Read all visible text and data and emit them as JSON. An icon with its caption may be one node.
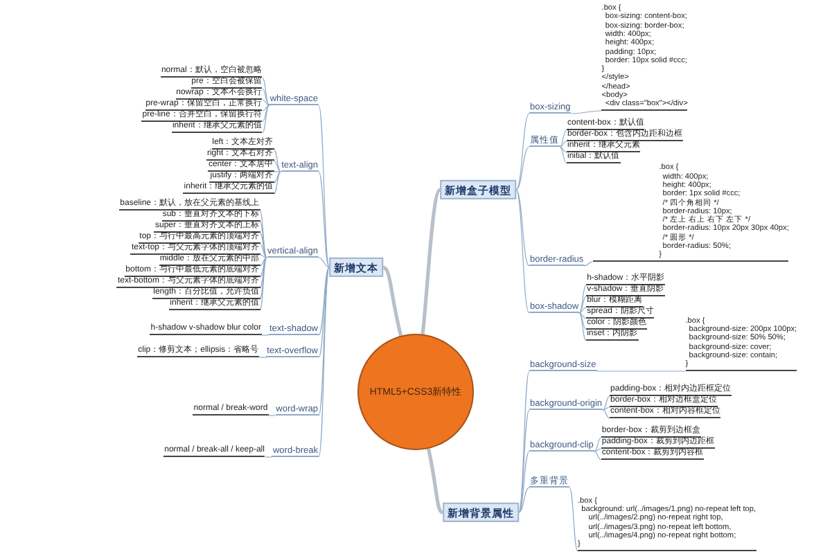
{
  "diagram": {
    "nodes": [
      {
        "text": [
          "HTML5+CSS3新特性"
        ]
      },
      {
        "text": [
          "新增文本"
        ]
      },
      {
        "text": [
          "新增盒子模型"
        ]
      },
      {
        "text": [
          "新增背景属性"
        ]
      },
      {
        "text": [
          "white-space"
        ]
      },
      {
        "text": [
          "text-align"
        ]
      },
      {
        "text": [
          "vertical-align"
        ]
      },
      {
        "text": [
          "text-shadow"
        ]
      },
      {
        "text": [
          "text-overflow"
        ]
      },
      {
        "text": [
          "word-wrap"
        ]
      },
      {
        "text": [
          "word-break"
        ]
      },
      {
        "text": [
          "normal：默认，空白被忽略"
        ]
      },
      {
        "text": [
          "pre：空白会被保留"
        ]
      },
      {
        "text": [
          "nowrap：文本不会换行"
        ]
      },
      {
        "text": [
          "pre-wrap：保留空白，正常换行"
        ]
      },
      {
        "text": [
          "pre-line：合并空白，保留换行符"
        ]
      },
      {
        "text": [
          "inherit：继承父元素的值"
        ]
      },
      {
        "text": [
          "left：文本左对齐"
        ]
      },
      {
        "text": [
          "right：文本右对齐"
        ]
      },
      {
        "text": [
          "center：文本居中"
        ]
      },
      {
        "text": [
          "justify：两端对齐"
        ]
      },
      {
        "text": [
          "inherit：继承父元素的值"
        ]
      },
      {
        "text": [
          "baseline：默认，放在父元素的基线上"
        ]
      },
      {
        "text": [
          "sub：垂直对齐文本的下标"
        ]
      },
      {
        "text": [
          "super：垂直对齐文本的上标"
        ]
      },
      {
        "text": [
          "top：与行中最高元素的顶端对齐"
        ]
      },
      {
        "text": [
          "text-top：与父元素字体的顶端对齐"
        ]
      },
      {
        "text": [
          "middle：放在父元素的中部"
        ]
      },
      {
        "text": [
          "bottom：与行中最低元素的底端对齐"
        ]
      },
      {
        "text": [
          "text-bottom：与父元素字体的底端对齐"
        ]
      },
      {
        "text": [
          "length：百分比值，允许负值"
        ]
      },
      {
        "text": [
          "inherit：继承父元素的值"
        ]
      },
      {
        "text": [
          "h-shadow v-shadow blur color"
        ]
      },
      {
        "text": [
          "clip：修剪文本；ellipsis：省略号"
        ]
      },
      {
        "text": [
          "normal / break-word"
        ]
      },
      {
        "text": [
          "normal / break-all / keep-all"
        ]
      },
      {
        "text": [
          "box-sizing"
        ]
      },
      {
        "text": [
          ".box {",
          "box-sizing: content-box;",
          "box-sizing: border-box;",
          "width: 400px;",
          "height: 400px;",
          "padding: 10px;",
          "border: 10px solid #ccc;",
          "}",
          "</style>",
          "</head>",
          "<body>",
          "<div class=\"box\"></div>"
        ]
      },
      {
        "text": [
          "属性值"
        ]
      },
      {
        "text": [
          "content-box：默认值"
        ]
      },
      {
        "text": [
          "border-box：包含内边距和边框"
        ]
      },
      {
        "text": [
          "inherit：继承父元素"
        ]
      },
      {
        "text": [
          "initial：默认值"
        ]
      },
      {
        "text": [
          "border-radius"
        ]
      },
      {
        "text": [
          ".box {",
          "width: 400px;",
          "height: 400px;",
          "border: 1px solid #ccc;",
          "/* 四个角相同 */",
          "border-radius: 10px;",
          "/* 左上 右上 右下 左下 */",
          "border-radius: 10px 20px 30px 40px;",
          "/* 圆形 */",
          "border-radius: 50%;",
          "}"
        ]
      },
      {
        "text": [
          "box-shadow"
        ]
      },
      {
        "text": [
          "h-shadow：水平阴影"
        ]
      },
      {
        "text": [
          "v-shadow：垂直阴影"
        ]
      },
      {
        "text": [
          "blur：模糊距离"
        ]
      },
      {
        "text": [
          "spread：阴影尺寸"
        ]
      },
      {
        "text": [
          "color：阴影颜色"
        ]
      },
      {
        "text": [
          "inset：内阴影"
        ]
      },
      {
        "text": [
          "background-size"
        ]
      },
      {
        "text": [
          ".box {",
          "background-size: 200px 100px;",
          "background-size: 50% 50%;",
          "background-size: cover;",
          "background-size: contain;",
          "}"
        ]
      },
      {
        "text": [
          "background-origin"
        ]
      },
      {
        "text": [
          "padding-box：相对内边距框定位"
        ]
      },
      {
        "text": [
          "border-box：相对边框盒定位"
        ]
      },
      {
        "text": [
          "content-box：相对内容框定位"
        ]
      },
      {
        "text": [
          "background-clip"
        ]
      },
      {
        "text": [
          "border-box：裁剪到边框盒"
        ]
      },
      {
        "text": [
          "padding-box：裁剪到内边距框"
        ]
      },
      {
        "text": [
          "content-box：裁剪到内容框"
        ]
      },
      {
        "text": [
          "多重背景"
        ]
      },
      {
        "text": [
          ".box {",
          "background: url(../images/1.png) no-repeat left top,",
          "url(../images/2.png) no-repeat right top,",
          "url(../images/3.png) no-repeat left bottom,",
          "url(../images/4.png) no-repeat right bottom;",
          "}"
        ]
      }
    ],
    "edges": [
      {
        "from": 0,
        "to": 1,
        "arrow": "none",
        "style": "thick",
        "color": "#b9c0c9"
      },
      {
        "from": 0,
        "to": 2,
        "arrow": "none",
        "style": "thick",
        "color": "#b9c0c9"
      },
      {
        "from": 0,
        "to": 3,
        "arrow": "none",
        "style": "thick",
        "color": "#b9c0c9"
      },
      {
        "from": 1,
        "to": 4,
        "arrow": "none"
      },
      {
        "from": 1,
        "to": 5,
        "arrow": "none"
      },
      {
        "from": 1,
        "to": 6,
        "arrow": "none"
      },
      {
        "from": 1,
        "to": 7,
        "arrow": "none"
      },
      {
        "from": 1,
        "to": 8,
        "arrow": "none"
      },
      {
        "from": 1,
        "to": 9,
        "arrow": "none"
      },
      {
        "from": 1,
        "to": 10,
        "arrow": "none"
      },
      {
        "from": 4,
        "to": 11,
        "arrow": "none"
      },
      {
        "from": 4,
        "to": 12,
        "arrow": "none"
      },
      {
        "from": 4,
        "to": 13,
        "arrow": "none"
      },
      {
        "from": 4,
        "to": 14,
        "arrow": "none"
      },
      {
        "from": 4,
        "to": 15,
        "arrow": "none"
      },
      {
        "from": 4,
        "to": 16,
        "arrow": "none"
      },
      {
        "from": 5,
        "to": 17,
        "arrow": "none"
      },
      {
        "from": 5,
        "to": 18,
        "arrow": "none"
      },
      {
        "from": 5,
        "to": 19,
        "arrow": "none"
      },
      {
        "from": 5,
        "to": 20,
        "arrow": "none"
      },
      {
        "from": 5,
        "to": 21,
        "arrow": "none"
      },
      {
        "from": 6,
        "to": 22,
        "arrow": "none"
      },
      {
        "from": 6,
        "to": 23,
        "arrow": "none"
      },
      {
        "from": 6,
        "to": 24,
        "arrow": "none"
      },
      {
        "from": 6,
        "to": 25,
        "arrow": "none"
      },
      {
        "from": 6,
        "to": 26,
        "arrow": "none"
      },
      {
        "from": 6,
        "to": 27,
        "arrow": "none"
      },
      {
        "from": 6,
        "to": 28,
        "arrow": "none"
      },
      {
        "from": 6,
        "to": 29,
        "arrow": "none"
      },
      {
        "from": 6,
        "to": 30,
        "arrow": "none"
      },
      {
        "from": 6,
        "to": 31,
        "arrow": "none"
      },
      {
        "from": 7,
        "to": 32,
        "arrow": "none"
      },
      {
        "from": 8,
        "to": 33,
        "arrow": "none"
      },
      {
        "from": 9,
        "to": 34,
        "arrow": "none"
      },
      {
        "from": 10,
        "to": 35,
        "arrow": "none"
      },
      {
        "from": 2,
        "to": 36,
        "arrow": "none"
      },
      {
        "from": 36,
        "to": 37,
        "arrow": "none"
      },
      {
        "from": 2,
        "to": 38,
        "arrow": "none"
      },
      {
        "from": 38,
        "to": 39,
        "arrow": "none"
      },
      {
        "from": 38,
        "to": 40,
        "arrow": "none"
      },
      {
        "from": 38,
        "to": 41,
        "arrow": "none"
      },
      {
        "from": 38,
        "to": 42,
        "arrow": "none"
      },
      {
        "from": 2,
        "to": 43,
        "arrow": "none"
      },
      {
        "from": 43,
        "to": 44,
        "arrow": "none"
      },
      {
        "from": 2,
        "to": 45,
        "arrow": "none"
      },
      {
        "from": 45,
        "to": 46,
        "arrow": "none"
      },
      {
        "from": 45,
        "to": 47,
        "arrow": "none"
      },
      {
        "from": 45,
        "to": 48,
        "arrow": "none"
      },
      {
        "from": 45,
        "to": 49,
        "arrow": "none"
      },
      {
        "from": 45,
        "to": 50,
        "arrow": "none"
      },
      {
        "from": 45,
        "to": 51,
        "arrow": "none"
      },
      {
        "from": 3,
        "to": 52,
        "arrow": "none"
      },
      {
        "from": 52,
        "to": 53,
        "arrow": "none"
      },
      {
        "from": 3,
        "to": 54,
        "arrow": "none"
      },
      {
        "from": 54,
        "to": 55,
        "arrow": "none"
      },
      {
        "from": 54,
        "to": 56,
        "arrow": "none"
      },
      {
        "from": 54,
        "to": 57,
        "arrow": "none"
      },
      {
        "from": 3,
        "to": 58,
        "arrow": "none"
      },
      {
        "from": 58,
        "to": 59,
        "arrow": "none"
      },
      {
        "from": 58,
        "to": 60,
        "arrow": "none"
      },
      {
        "from": 58,
        "to": 61,
        "arrow": "none"
      },
      {
        "from": 3,
        "to": 62,
        "arrow": "none"
      },
      {
        "from": 62,
        "to": 63,
        "arrow": "none"
      }
    ]
  }
}
